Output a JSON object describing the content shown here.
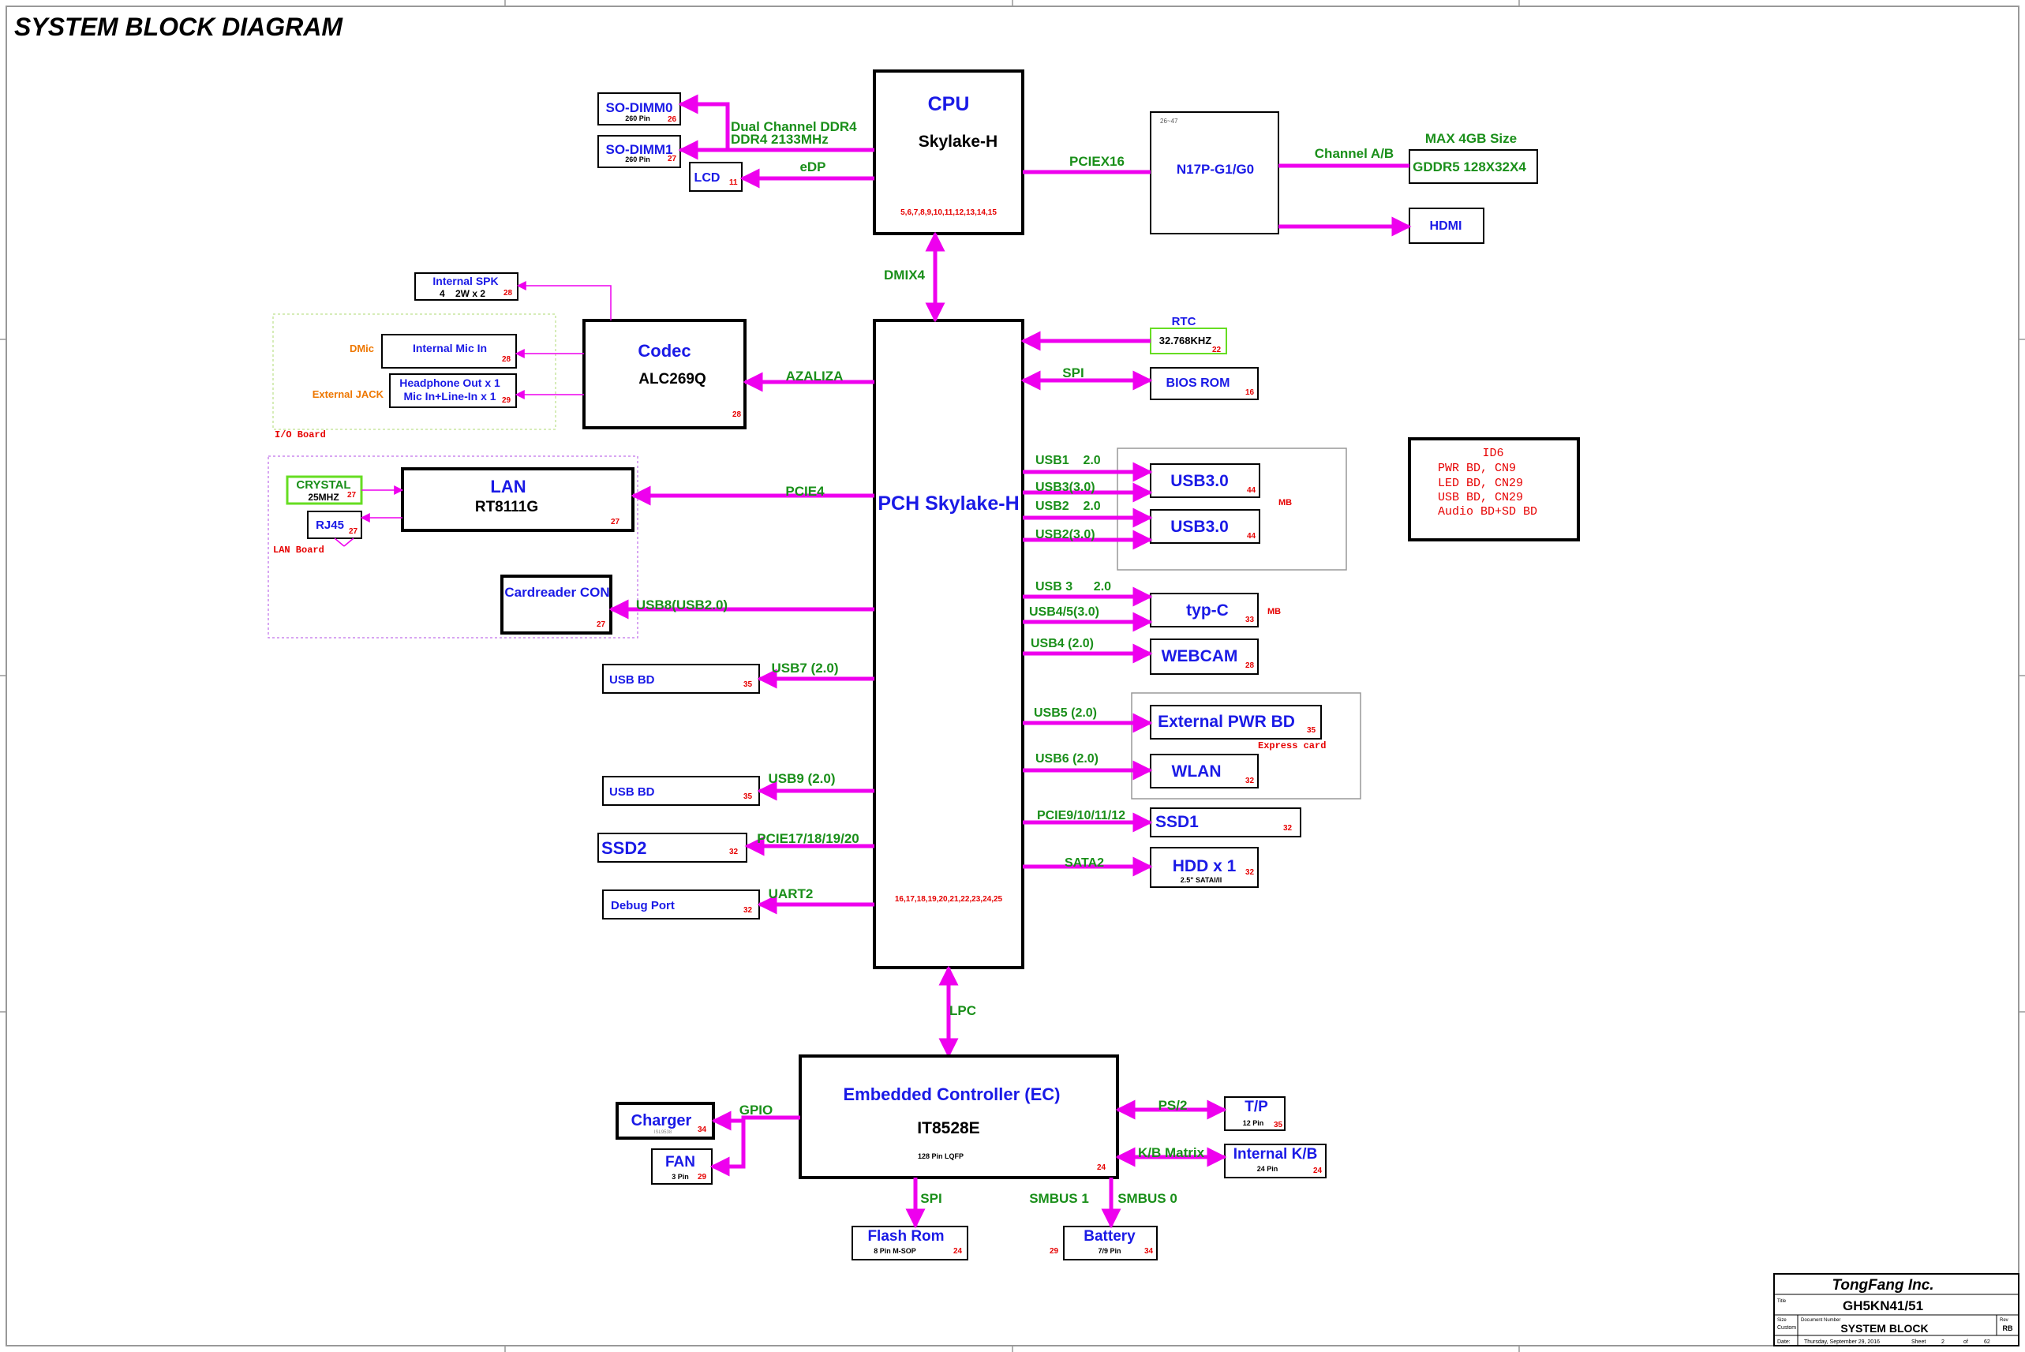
{
  "title": "SYSTEM BLOCK DIAGRAM",
  "colors": {
    "bus": "#ee00ee",
    "label_blue": "#1a1ae6",
    "bus_green": "#1a8f1a",
    "pin_red": "#e60000",
    "note_orange": "#ee7700",
    "box": "#000000",
    "frame": "#999999",
    "io_board_frame": "#c8e6a0",
    "lan_board_frame": "#cc88ee",
    "rtc_box": "#66dd22"
  },
  "cpu": {
    "label": "CPU",
    "model": "Skylake-H",
    "pages": "5,6,7,8,9,10,11,12,13,14,15"
  },
  "pch": {
    "label": "PCH Skylake-H",
    "pages": "16,17,18,19,20,21,22,23,24,25"
  },
  "gpu": {
    "ref": "26~47",
    "label": "N17P-G1/G0"
  },
  "memory": {
    "dimm0": {
      "label": "SO-DIMM0",
      "pins": "260 Pin",
      "page": "26"
    },
    "dimm1": {
      "label": "SO-DIMM1",
      "pins": "260 Pin",
      "page": "27"
    },
    "bus_line1": "Dual Channel DDR4",
    "bus_line2": "DDR4 2133MHz"
  },
  "lcd": {
    "label": "LCD",
    "page": "11",
    "bus": "eDP"
  },
  "pciex16": "PCIEX16",
  "dmi": "DMIX4",
  "gddr": {
    "channel": "Channel A/B",
    "max": "MAX 4GB Size",
    "label": "GDDR5 128X32X4"
  },
  "hdmi": {
    "label": "HDMI"
  },
  "audio": {
    "spk_label": "Internal SPK",
    "spk_spec": "4    2W x 2",
    "spk_page": "28",
    "dmic": "DMic",
    "mic_label": "Internal Mic In",
    "mic_page": "28",
    "ext_jack": "External JACK",
    "hp_line1": "Headphone Out x 1",
    "hp_line2": "Mic In+Line-In x 1",
    "hp_page": "29",
    "io_board": "I/O Board",
    "codec_label": "Codec",
    "codec_model": "ALC269Q",
    "codec_page": "28",
    "bus": "AZALIZA"
  },
  "lan": {
    "crystal_label": "CRYSTAL",
    "crystal_freq": "25MHZ",
    "crystal_page": "27",
    "rj45_label": "RJ45",
    "rj45_page": "27",
    "lan_board": "LAN Board",
    "label": "LAN",
    "model": "RT8111G",
    "page": "27",
    "bus": "PCIE4"
  },
  "cardreader": {
    "label": "Cardreader CON",
    "page": "27",
    "bus": "USB8(USB2.0)"
  },
  "left_ports": {
    "usbbd1": {
      "label": "USB BD",
      "page": "35",
      "bus": "USB7 (2.0)"
    },
    "usbbd2": {
      "label": "USB BD",
      "page": "35",
      "bus": "USB9 (2.0)"
    },
    "ssd2": {
      "label": "SSD2",
      "page": "32",
      "bus": "PCIE17/18/19/20"
    },
    "debug": {
      "label": "Debug Port",
      "page": "32",
      "bus": "UART2"
    }
  },
  "rtc": {
    "label": "RTC",
    "freq": "32.768KHZ",
    "page": "22"
  },
  "bios": {
    "label": "BIOS ROM",
    "page": "16",
    "bus": "SPI"
  },
  "usb": {
    "b1_top": "USB1    2.0",
    "b1_bottom": "USB3(3.0)",
    "b2_top": "USB2    2.0",
    "b2_bottom": "USB2(3.0)",
    "box1": "USB3.0",
    "box1_page": "44",
    "box2": "USB3.0",
    "box2_page": "44",
    "mb": "MB"
  },
  "typec": {
    "b_top": "USB 3      2.0",
    "b_bottom": "USB4/5(3.0)",
    "label": "typ-C",
    "page": "33",
    "mb": "MB"
  },
  "webcam": {
    "label": "WEBCAM",
    "page": "28",
    "bus": "USB4 (2.0)"
  },
  "extpwr": {
    "label": "External PWR BD",
    "page": "35",
    "bus": "USB5 (2.0)",
    "note": "Express card"
  },
  "wlan": {
    "label": "WLAN",
    "page": "32",
    "bus": "USB6 (2.0)"
  },
  "ssd1": {
    "label": "SSD1",
    "page": "32",
    "bus": "PCIE9/10/11/12"
  },
  "hdd": {
    "label": "HDD x 1",
    "spec": "2.5\" SATAI/II",
    "page": "32",
    "bus": "SATA2"
  },
  "id_box": {
    "line1": "ID6",
    "line2": "PWR BD, CN9",
    "line3": "LED BD, CN29",
    "line4": "USB BD, CN29",
    "line5": "Audio BD+SD BD"
  },
  "lpc": "LPC",
  "ec": {
    "label": "Embedded Controller (EC)",
    "model": "IT8528E",
    "pkg": "128 Pin LQFP",
    "page": "24"
  },
  "charger": {
    "label": "Charger",
    "sub": "ISL9538",
    "page": "34",
    "bus": "GPIO"
  },
  "fan": {
    "label": "FAN",
    "pins": "3 Pin",
    "page": "29"
  },
  "flash": {
    "label": "Flash Rom",
    "pins": "8 Pin M-SOP",
    "page": "24",
    "bus": "SPI"
  },
  "battery": {
    "label": "Battery",
    "pins": "7/9 Pin",
    "page_left": "29",
    "page_right": "34",
    "bus_left": "SMBUS 1",
    "bus_right": "SMBUS 0"
  },
  "tp": {
    "label": "T/P",
    "pins": "12 Pin",
    "page": "35",
    "bus": "PS/2"
  },
  "kb": {
    "label": "Internal K/B",
    "pins": "24 Pin",
    "page": "24",
    "bus": "K/B Matrix"
  },
  "titleblock": {
    "company": "TongFang Inc.",
    "title_lbl": "Title",
    "project": "GH5KN41/51",
    "size_lbl": "Size",
    "size_val": "Custom",
    "docnum_lbl": "Document Number",
    "doc": "SYSTEM BLOCK",
    "rev_lbl": "Rev",
    "rev": "RB",
    "date_lbl": "Date:",
    "date": "Thursday, September 29, 2016",
    "sheet_lbl": "Sheet",
    "sheet": "2",
    "of_lbl": "of",
    "total": "62"
  }
}
